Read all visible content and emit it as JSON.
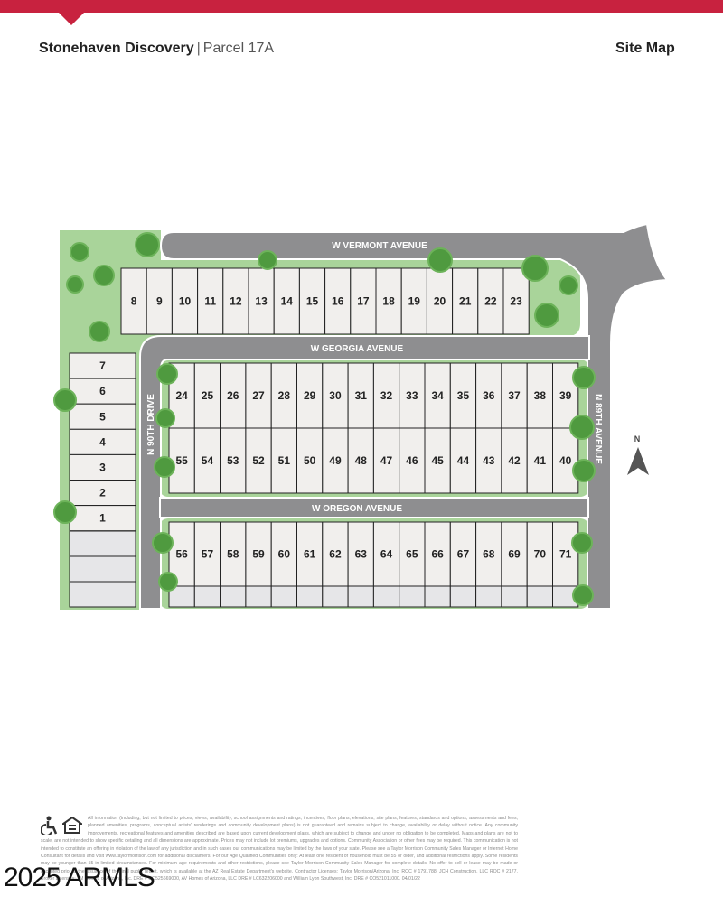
{
  "header": {
    "community": "Stonehaven Discovery",
    "separator": "|",
    "parcel": "Parcel 17A",
    "page_label": "Site Map",
    "accent_color": "#c8223f"
  },
  "map": {
    "streets": {
      "vermont": "W VERMONT AVENUE",
      "georgia": "W GEORGIA AVENUE",
      "oregon": "W OREGON AVENUE",
      "n90th": "N 90TH DRIVE",
      "n89th": "N 89TH AVENUE"
    },
    "north_label": "N",
    "lots": {
      "north_row": [
        "8",
        "9",
        "10",
        "11",
        "12",
        "13",
        "14",
        "15",
        "16",
        "17",
        "18",
        "19",
        "20",
        "21",
        "22",
        "23"
      ],
      "west_column": [
        "7",
        "6",
        "5",
        "4",
        "3",
        "2",
        "1"
      ],
      "middle_north_row": [
        "24",
        "25",
        "26",
        "27",
        "28",
        "29",
        "30",
        "31",
        "32",
        "33",
        "34",
        "35",
        "36",
        "37",
        "38",
        "39"
      ],
      "middle_south_row": [
        "55",
        "54",
        "53",
        "52",
        "51",
        "50",
        "49",
        "48",
        "47",
        "46",
        "45",
        "44",
        "43",
        "42",
        "41",
        "40"
      ],
      "south_row": [
        "56",
        "57",
        "58",
        "59",
        "60",
        "61",
        "62",
        "63",
        "64",
        "65",
        "66",
        "67",
        "68",
        "69",
        "70",
        "71"
      ]
    },
    "colors": {
      "road": "#8e8e90",
      "green": "#a9d49a",
      "lot": "#f1efed",
      "tree": "#4f9a3f"
    }
  },
  "footer": {
    "icons": [
      "accessibility-icon",
      "equal-housing-icon"
    ],
    "disclaimer": "All information (including, but not limited to prices, views, availability, school assignments and ratings, incentives, floor plans, elevations, site plans, features, standards and options, assessments and fees, planned amenities, programs, conceptual artists' renderings and community development plans) is not guaranteed and remains subject to change, availability or delay without notice. Any community improvements, recreational features and amenities described are based upon current development plans, which are subject to change and under no obligation to be completed. Maps and plans are not to scale, are not intended to show specific detailing and all dimensions are approximate. Prices may not include lot premiums, upgrades and options. Community Association or other fees may be required. This communication is not intended to constitute an offering in violation of the law of any jurisdiction and in such cases our communications may be limited by the laws of your state. Please see a Taylor Morrison Community Sales Manager or Internet Home Consultant for details and visit www.taylormorrison.com for additional disclaimers. For our Age Qualified Communities only: At least one resident of household must be 55 or older, and additional restrictions apply. Some residents may be younger than 55 in limited circumstances. For minimum age requirements and other restrictions, please see Taylor Morrison Community Sales Manager for complete details. No offer to sell or lease may be made or accepted prior to the issuance of the final public report, which is available at the AZ Real Estate Department's website. Contractor Licenses: Taylor Morrison/Arizona, Inc. ROC # 1791788; JCH Construction, LLC ROC # 2177. Broker Licenses: TM Homes of Arizona, Inc. DRE # CO525669000, AV Homes of Arizona, LLC DRE # LC632206000 and William Lyon Southwest, Inc. DRE # CO521011000. 04/01/22",
    "watermark": "2025 ARMLS"
  }
}
